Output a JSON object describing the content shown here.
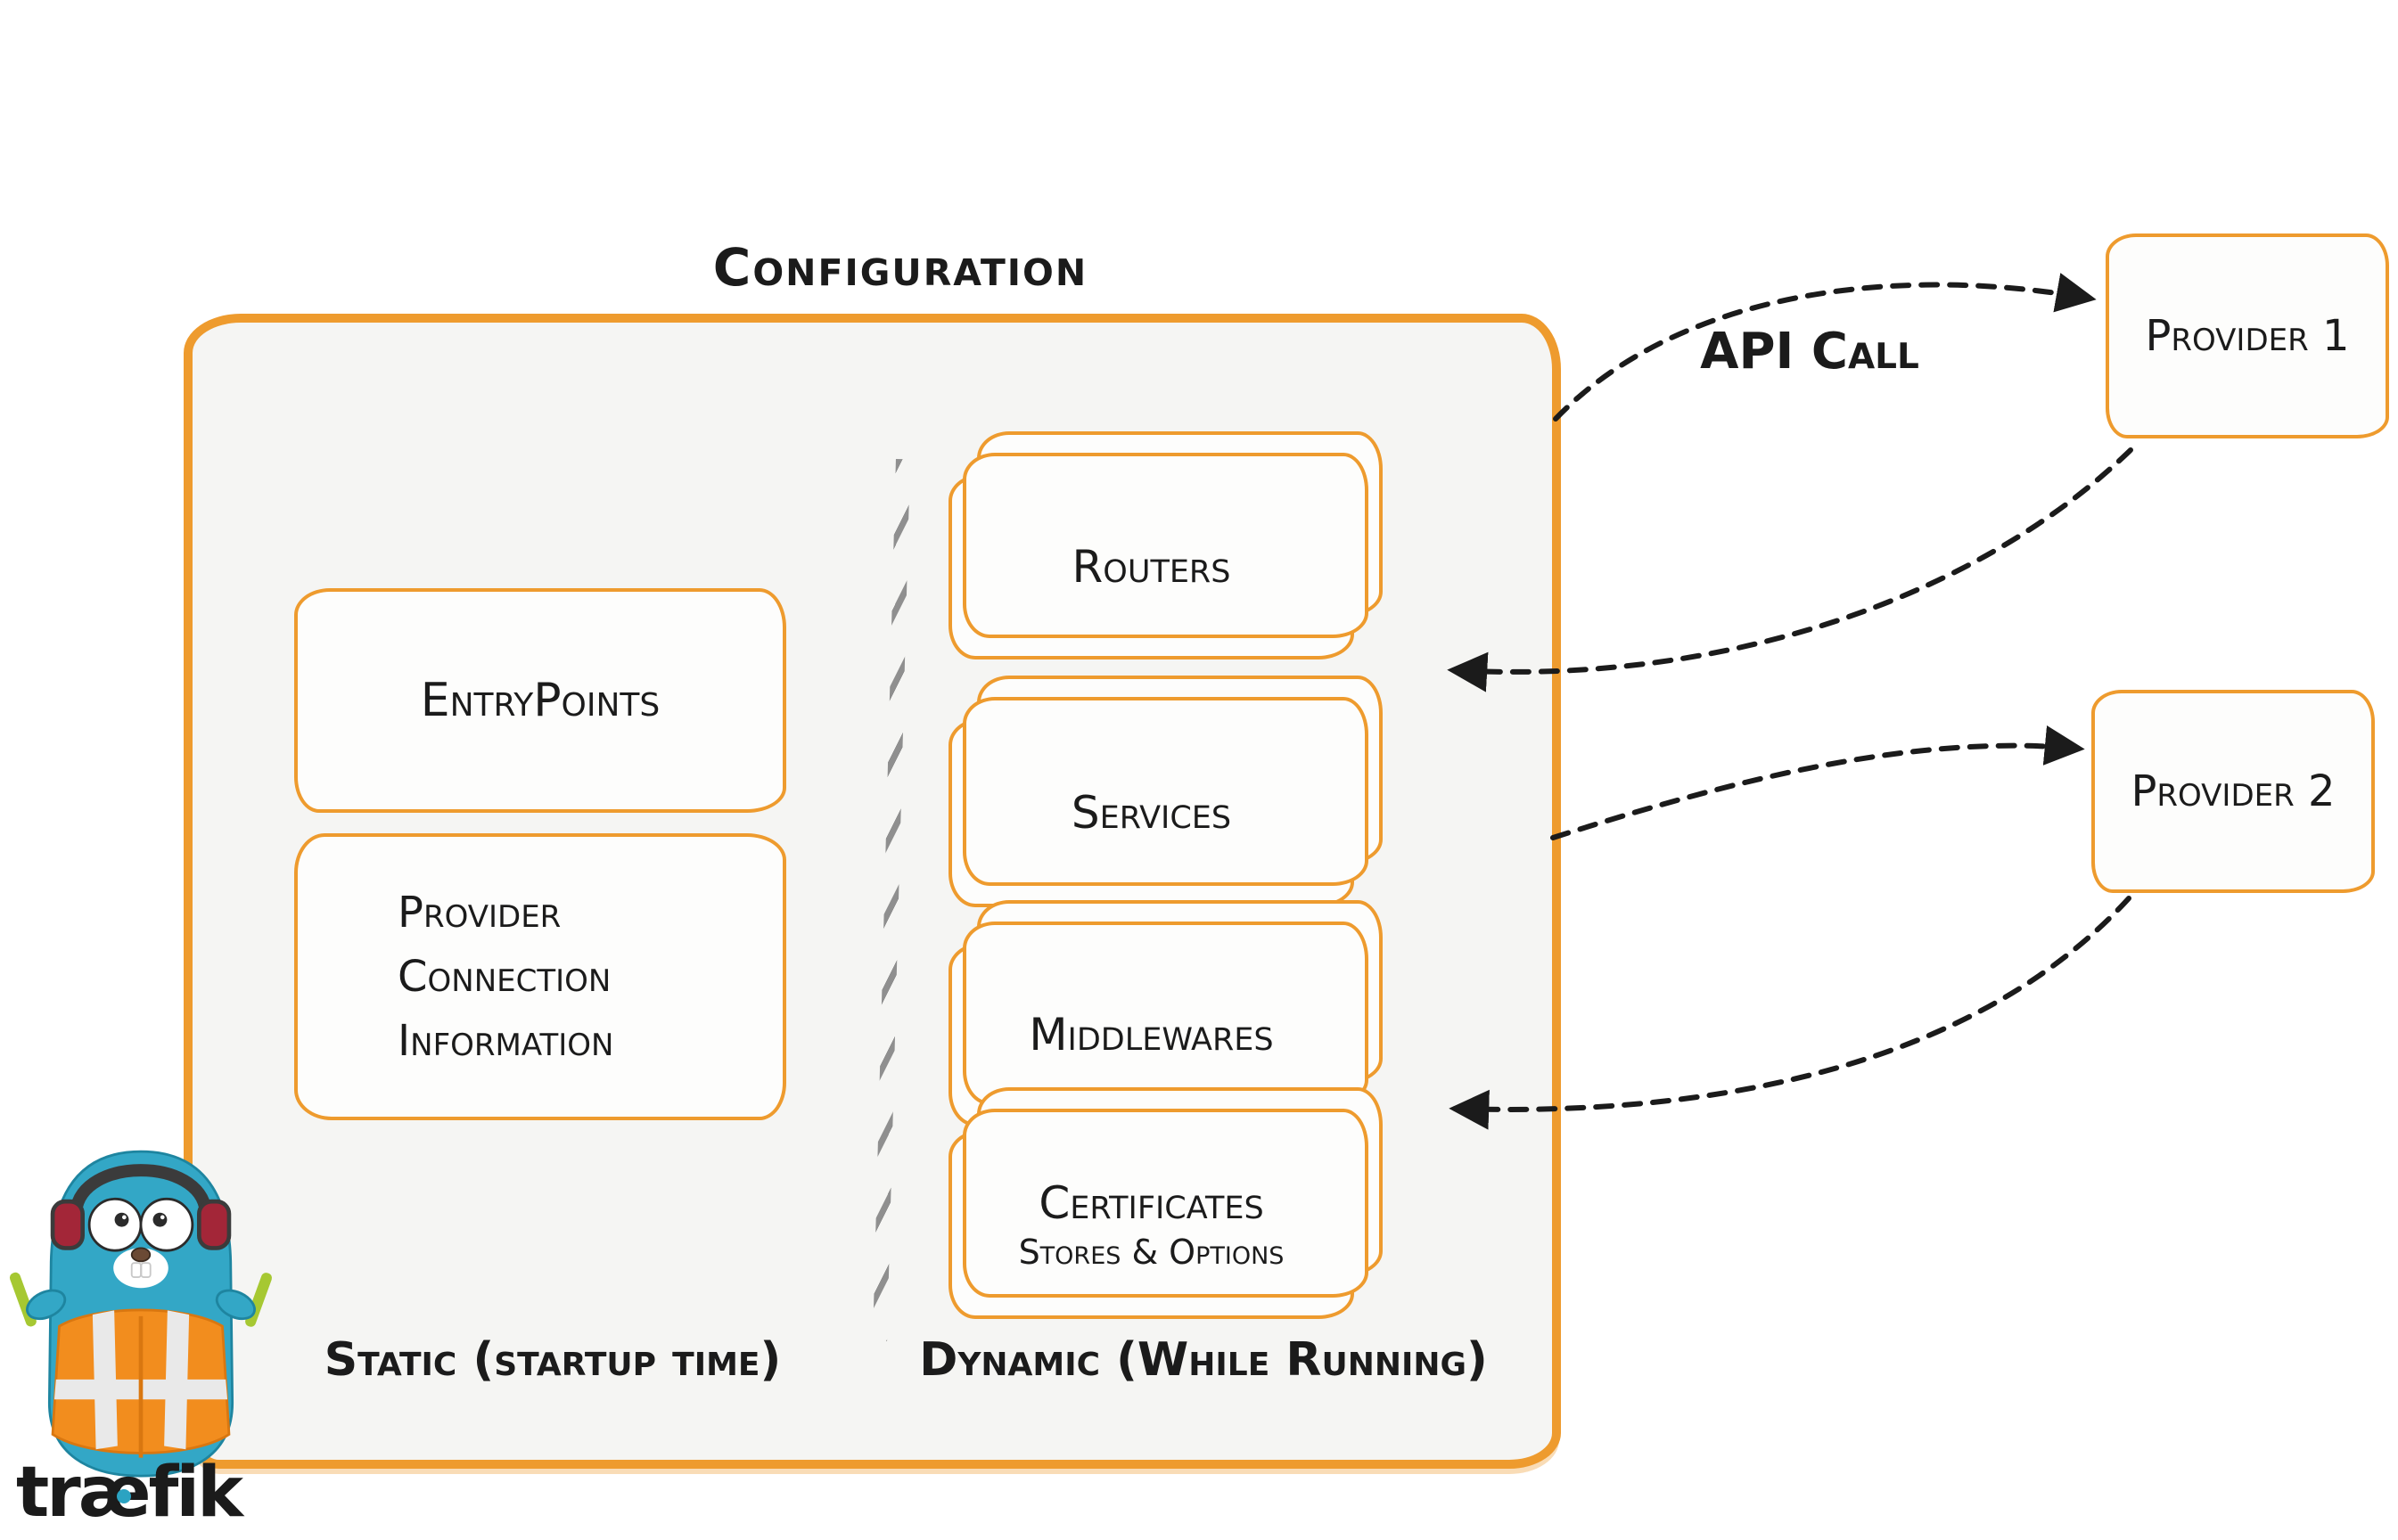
{
  "title": "Configuration",
  "logo": {
    "wordmark": "træfik"
  },
  "static_section": {
    "caption": "Static (startup time)",
    "entrypoints_label": "EntryPoints",
    "provider_info": {
      "lines": [
        "Provider",
        "Connection",
        "Information"
      ]
    }
  },
  "dynamic_section": {
    "caption": "Dynamic (While Running)",
    "cards": [
      {
        "label": "Routers"
      },
      {
        "label": "Services"
      },
      {
        "label": "Middlewares"
      },
      {
        "label": "Certificates",
        "sublabel": "Stores & Options"
      }
    ]
  },
  "providers": [
    {
      "label": "Provider 1"
    },
    {
      "label": "Provider 2"
    }
  ],
  "arrows": {
    "api_call_label": "API Call"
  },
  "colors": {
    "accent_orange": "#EE9B2E",
    "arrow_black": "#1B1B1B",
    "panel_bg": "#F5F5F3",
    "teal": "#2BA3C2",
    "vest_orange": "#F28D1E"
  }
}
